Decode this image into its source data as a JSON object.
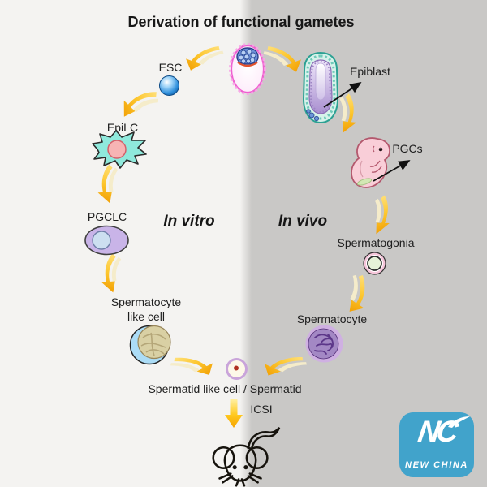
{
  "title": "Derivation of functional gametes",
  "pathway_labels": {
    "in_vitro": "In vitro",
    "in_vivo": "In vivo"
  },
  "stage_labels": {
    "esc": "ESC",
    "epilc": "EpiLC",
    "pgclc": "PGCLC",
    "spermatocyte_like_line1": "Spermatocyte",
    "spermatocyte_like_line2": "like cell",
    "epiblast": "Epiblast",
    "pgcs": "PGCs",
    "spermatogonia": "Spermatogonia",
    "spermatocyte": "Spermatocyte",
    "spermatid_combined": "Spermatid like cell / Spermatid",
    "icsi": "ICSI"
  },
  "icons": {
    "blastocyst": "blastocyst-icon",
    "esc_cell": "esc-cell-icon",
    "epilc_cell": "epilc-cell-icon",
    "pgclc_cell": "pgclc-cell-icon",
    "spermatocyte_like_cell": "spermatocyte-like-cell-icon",
    "spermatid_cell": "spermatid-cell-icon",
    "epiblast_embryo": "egg-cylinder-embryo-icon",
    "pgc_embryo": "embryo-fetus-icon",
    "spermatogonia_cell": "spermatogonia-cell-icon",
    "spermatocyte_cell": "spermatocyte-cell-icon",
    "mouse": "mouse-icon",
    "flow_arrow": "curved-gold-arrow-icon",
    "icsi_arrow": "down-block-arrow-icon"
  },
  "logo": {
    "monogram": "NC",
    "caption": "NEW CHINA",
    "background_color": "#41a3cb",
    "text_color": "#ffffff"
  },
  "colors": {
    "left_background": "#f4f3f1",
    "right_background": "#c9c8c6",
    "arrow_gold_light": "#ffe07a",
    "arrow_gold_dark": "#ef9d00",
    "title_text": "#1c1c1c"
  }
}
